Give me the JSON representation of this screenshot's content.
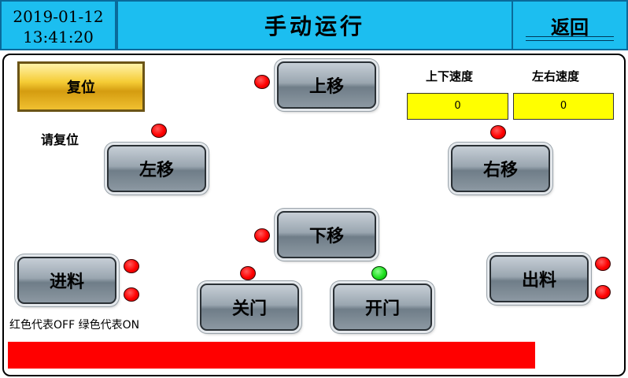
{
  "header": {
    "date": "2019-01-12",
    "time": "13:41:20",
    "title": "手动运行",
    "back_label": "返回"
  },
  "reset": {
    "label": "复位",
    "prompt": "请复位"
  },
  "speeds": {
    "updown_label": "上下速度",
    "updown_value": "0",
    "leftright_label": "左右速度",
    "leftright_value": "0"
  },
  "buttons": {
    "up": "上移",
    "down": "下移",
    "left": "左移",
    "right": "右移",
    "feed_in": "进料",
    "feed_out": "出料",
    "close_door": "关门",
    "open_door": "开门"
  },
  "indicators": {
    "up": "red",
    "down": "red",
    "left": "red",
    "right": "red",
    "feed_in_1": "red",
    "feed_in_2": "red",
    "feed_out_1": "red",
    "feed_out_2": "red",
    "close_door": "red",
    "open_door": "green"
  },
  "legend_note": "红色代表OFF  绿色代表ON",
  "colors": {
    "header_bg": "#1cbef0",
    "speed_bg": "#ffff00",
    "alarm_bar": "#ff0000",
    "led_off": "#ff0000",
    "led_on": "#1ee01e"
  }
}
